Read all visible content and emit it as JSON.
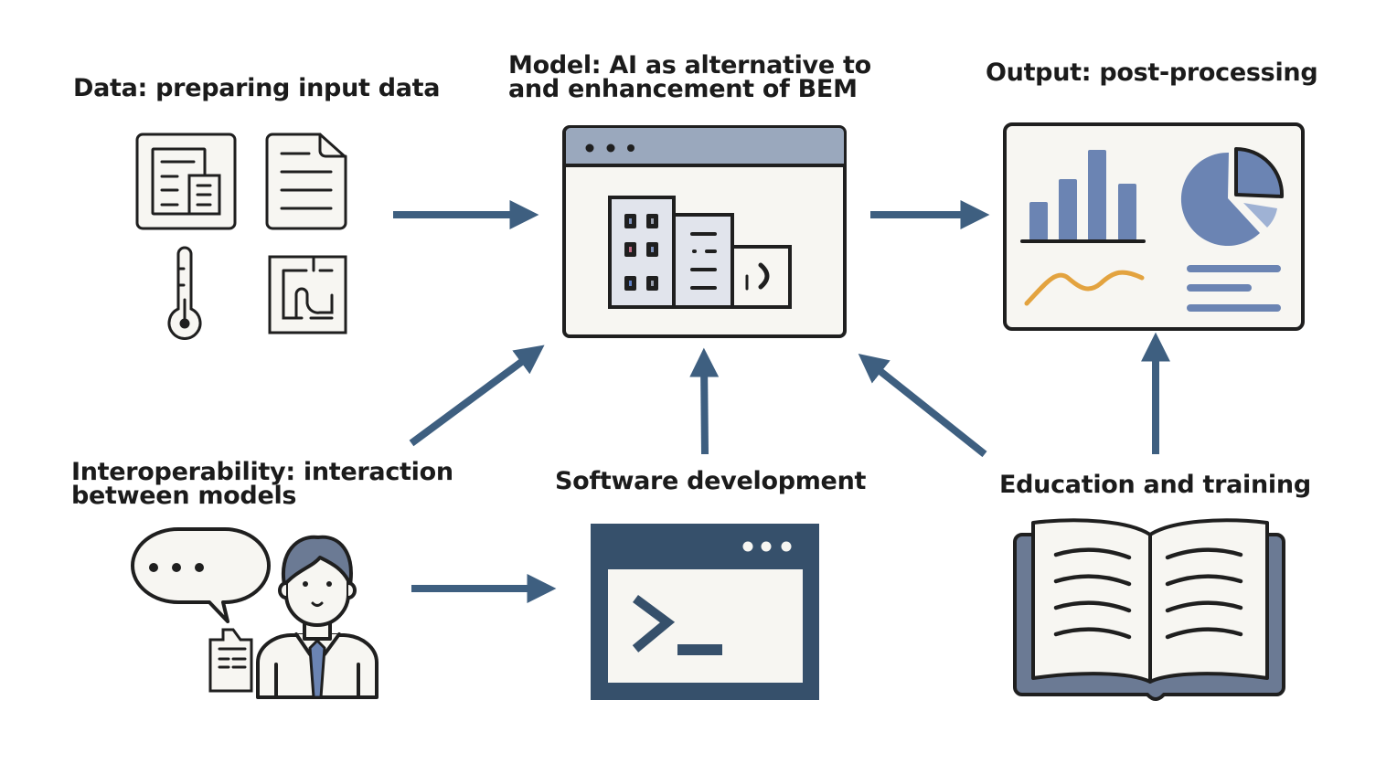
{
  "title": "AI in Building Energy Modelling workflow",
  "colors": {
    "arrow": "#3e5f80",
    "stroke": "#1f1f1f",
    "fill_light": "#f7f6f2",
    "accent_blue": "#6b84b3",
    "accent_grey": "#9aa8bd",
    "accent_orange": "#e3a33f",
    "terminal_navy": "#36506b"
  },
  "nodes": {
    "data": {
      "title": "Data: preparing input data",
      "icons": [
        "building-plan-icon",
        "document-icon",
        "thermometer-icon",
        "floor-plan-icon"
      ]
    },
    "model": {
      "title_line1": "Model: AI as alternative to",
      "title_line2": "and enhancement of BEM",
      "icons": [
        "browser-window-icon",
        "buildings-icon"
      ]
    },
    "output": {
      "title": "Output: post-processing",
      "icons": [
        "dashboard-icon",
        "bar-chart-icon",
        "pie-chart-icon",
        "line-chart-icon"
      ]
    },
    "interoperability": {
      "title_line1": "Interoperability: interaction",
      "title_line2": "between models",
      "icons": [
        "speech-bubble-icon",
        "person-icon",
        "clipboard-icon"
      ]
    },
    "software": {
      "title": "Software development",
      "icons": [
        "terminal-window-icon"
      ]
    },
    "education": {
      "title": "Education and training",
      "icons": [
        "open-book-icon"
      ]
    }
  },
  "edges": [
    {
      "from": "data",
      "to": "model"
    },
    {
      "from": "model",
      "to": "output"
    },
    {
      "from": "interoperability",
      "to": "model"
    },
    {
      "from": "software",
      "to": "model"
    },
    {
      "from": "education",
      "to": "model"
    },
    {
      "from": "education",
      "to": "output"
    },
    {
      "from": "interoperability",
      "to": "software"
    }
  ]
}
